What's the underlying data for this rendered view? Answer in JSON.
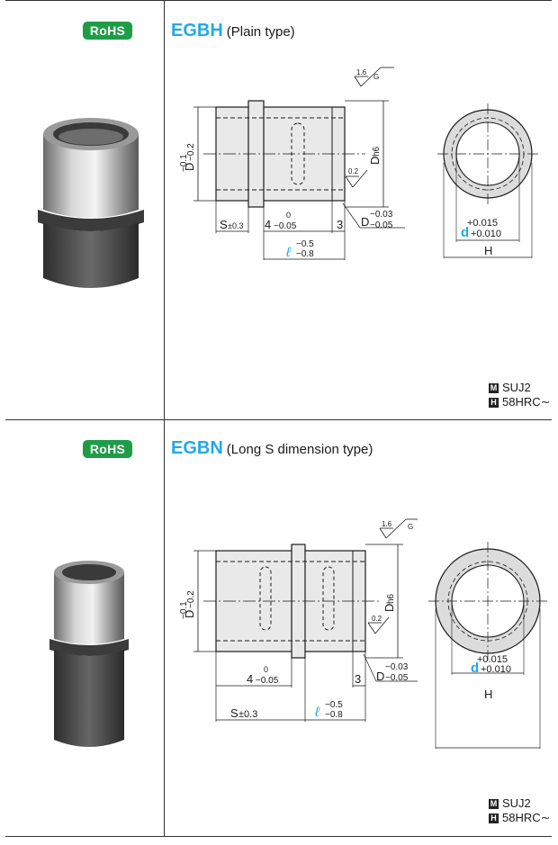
{
  "sections": [
    {
      "badge": "RoHS",
      "code": "EGBH",
      "subtitle": "(Plain type)",
      "material_code": "M",
      "material": "SUJ2",
      "hardness_code": "H",
      "hardness": "58HRC∼",
      "dims": {
        "G": "G",
        "r16": "1.6",
        "r02": "0.2",
        "D_lbl": "D",
        "tolD_up": "−0.1",
        "tolD_lo": "−0.2",
        "Dh6": "D",
        "h6": "h6",
        "S_lbl": "S",
        "S_tol": "±0.3",
        "four": "4",
        "four_up": "0",
        "four_lo": "−0.05",
        "three": "3",
        "D2": "D",
        "D2_up": "−0.03",
        "D2_lo": "−0.05",
        "ell": "ℓ",
        "ell_up": "−0.5",
        "ell_lo": "−0.8",
        "d_up": "+0.015",
        "d_lbl": "d",
        "d_lo": "+0.010",
        "H": "H"
      }
    },
    {
      "badge": "RoHS",
      "code": "EGBN",
      "subtitle": "(Long S dimension type)",
      "material_code": "M",
      "material": "SUJ2",
      "hardness_code": "H",
      "hardness": "58HRC∼",
      "dims": {
        "G": "G",
        "r16": "1.6",
        "r02": "0.2",
        "D_lbl": "D",
        "tolD_up": "−0.1",
        "tolD_lo": "−0.2",
        "Dh6": "D",
        "h6": "h6",
        "S_lbl": "S",
        "S_tol": "±0.3",
        "four": "4",
        "four_up": "0",
        "four_lo": "−0.05",
        "three": "3",
        "D2": "D",
        "D2_up": "−0.03",
        "D2_lo": "−0.05",
        "ell": "ℓ",
        "ell_up": "−0.5",
        "ell_lo": "−0.8",
        "d_up": "+0.015",
        "d_lbl": "d",
        "d_lo": "+0.010",
        "H": "H"
      }
    }
  ],
  "colors": {
    "accent": "#22a9e6",
    "rohs": "#1e9c46"
  }
}
